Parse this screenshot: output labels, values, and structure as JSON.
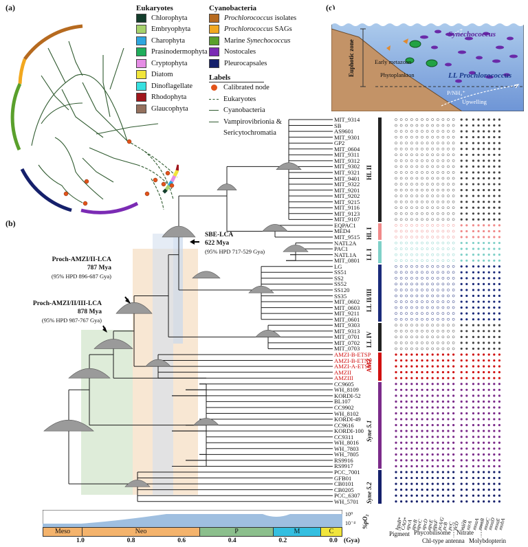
{
  "panels": {
    "a": "(a)",
    "b": "(b)",
    "c": "(c)"
  },
  "legend": {
    "eukaryotes_title": "Eukaryotes",
    "eukaryotes": [
      {
        "label": "Chlorophyta",
        "color": "#133d2b"
      },
      {
        "label": "Embryophyta",
        "color": "#a6d26c"
      },
      {
        "label": "Charophyta",
        "color": "#2ea6df"
      },
      {
        "label": "Prasinodermophyta",
        "color": "#1fae5b"
      },
      {
        "label": "Cryptophyta",
        "color": "#e58de5"
      },
      {
        "label": "Diatom",
        "color": "#f1e53b"
      },
      {
        "label": "Dinoflagellate",
        "color": "#37e0e0"
      },
      {
        "label": "Rhodophyta",
        "color": "#a0161c"
      },
      {
        "label": "Glaucophyta",
        "color": "#94705d"
      }
    ],
    "cyanobacteria_title": "Cyanobacteria",
    "cyanobacteria": [
      {
        "label": "Prochlorococcus isolates",
        "italic": "Prochlorococcus",
        "rest": " isolates",
        "color": "#b66a1f"
      },
      {
        "label": "Prochlorococcus SAGs",
        "italic": "Prochlorococcus",
        "rest": " SAGs",
        "color": "#f2a81f"
      },
      {
        "label": "Marine Synechococcus",
        "pre": "Marine ",
        "italic": "Synechococcus",
        "color": "#5aa02c"
      },
      {
        "label": "Nostocales",
        "color": "#7b2bb4"
      },
      {
        "label": "Pleurocapsales",
        "color": "#15206b"
      }
    ],
    "labels_title": "Labels",
    "labels": [
      "Calibrated node",
      "Eukaryotes",
      "Cyanobacteria",
      "Vampirovibrionia &",
      "Sericytochromatia"
    ]
  },
  "scene": {
    "synechococcus": "Synechococcus",
    "euphotic": "Euphotic zone",
    "early_metazoan": "Early metazoan",
    "phytoplankton": "Phytoplankton",
    "ll_pro": "LL Prochlorococcus",
    "nutrients": "P/NH₄⁺",
    "upwelling": "Upwelling"
  },
  "annotations": [
    {
      "name": "Proch-AMZI/II-LCA",
      "age": "787 Mya",
      "hpd": "(95% HPD 896-687 Gya)"
    },
    {
      "name": "Proch-AMZI/II/III-LCA",
      "age": "878 Mya",
      "hpd": "(95% HPD 987-767 Gya)"
    },
    {
      "name": "SBE-LCA",
      "age": "622 Mya",
      "hpd": "(95% HPD 717-529 Gya)"
    }
  ],
  "taxa": [
    "MIT_9314",
    "SB",
    "AS9601",
    "MIT_9301",
    "GP2",
    "MIT_0604",
    "MIT_9311",
    "MIT_9312",
    "MIT_9302",
    "MIT_9321",
    "MIT_9401",
    "MIT_9322",
    "MIT_9201",
    "MIT_9202",
    "MIT_9215",
    "MIT_9116",
    "MIT_9123",
    "MIT_9107",
    "EQPAC1",
    "MED4",
    "MIT_9515",
    "NATL2A",
    "PAC1",
    "NATL1A",
    "MIT_0801",
    "LG",
    "SS51",
    "SS2",
    "SS52",
    "SS120",
    "SS35",
    "MIT_0602",
    "MIT_0603",
    "MIT_9211",
    "MIT_0601",
    "MIT_9303",
    "MIT_9313",
    "MIT_0701",
    "MIT_0702",
    "MIT_0703",
    "AMZI-B-ETSP",
    "AMZI-B-ETNP",
    "AMZI-A-ETSP",
    "AMZII",
    "AMZIII",
    "CC9605",
    "WH_8109",
    "KORDI-52",
    "BL107",
    "CC9902",
    "WH_8102",
    "KORDI-49",
    "CC9616",
    "KORDI-100",
    "CC9311",
    "WH_8016",
    "WH_7803",
    "WH_7805",
    "RS9916",
    "RS9917",
    "PCC_7001",
    "GFB01",
    "CB0101",
    "CB0205",
    "PCC_6307",
    "WH_5701"
  ],
  "red_taxa_start": 40,
  "red_taxa_end": 44,
  "clades": [
    {
      "label": "HL II",
      "start": 0,
      "end": 17,
      "color": "#222222"
    },
    {
      "label": "HL I",
      "start": 18,
      "end": 20,
      "color": "#f08a8a"
    },
    {
      "label": "LL I",
      "start": 21,
      "end": 24,
      "color": "#7fd0c8"
    },
    {
      "label": "LL II/III",
      "start": 25,
      "end": 34,
      "color": "#1a2a7a"
    },
    {
      "label": "LL IV",
      "start": 35,
      "end": 39,
      "color": "#222222"
    },
    {
      "label": "AMZ",
      "start": 40,
      "end": 44,
      "color": "#d01010"
    },
    {
      "label": "Syne 5.1",
      "start": 45,
      "end": 59,
      "color": "#7b2b8a"
    },
    {
      "label": "Syne 5.2",
      "start": 60,
      "end": 65,
      "color": "#15206b"
    }
  ],
  "genes": [
    "hpsB*",
    "CAO*",
    "apcA",
    "apcB",
    "apcC",
    "apcD",
    "apcE",
    "apcF",
    "pcA/G",
    "pcB",
    "pcC",
    "pcD",
    "narB",
    "nirA",
    "moaA",
    "moaB",
    "moaC",
    "moaD",
    "moaE",
    "mobA"
  ],
  "gene_groups": [
    "Pigment",
    "Phycobilisome",
    "Chl-type antenna",
    "Nitrate",
    "Molybdopterin"
  ],
  "timeline": {
    "eras": [
      "Meso",
      "Neo",
      "P",
      "M",
      "C"
    ],
    "ticks": [
      "1.0",
      "0.8",
      "0.6",
      "0.4",
      "0.2",
      "0.0"
    ],
    "unit": "(Gya)",
    "o2_high": "10⁰",
    "o2_low": "10⁻⁴",
    "o2_label": "%pO₂"
  }
}
